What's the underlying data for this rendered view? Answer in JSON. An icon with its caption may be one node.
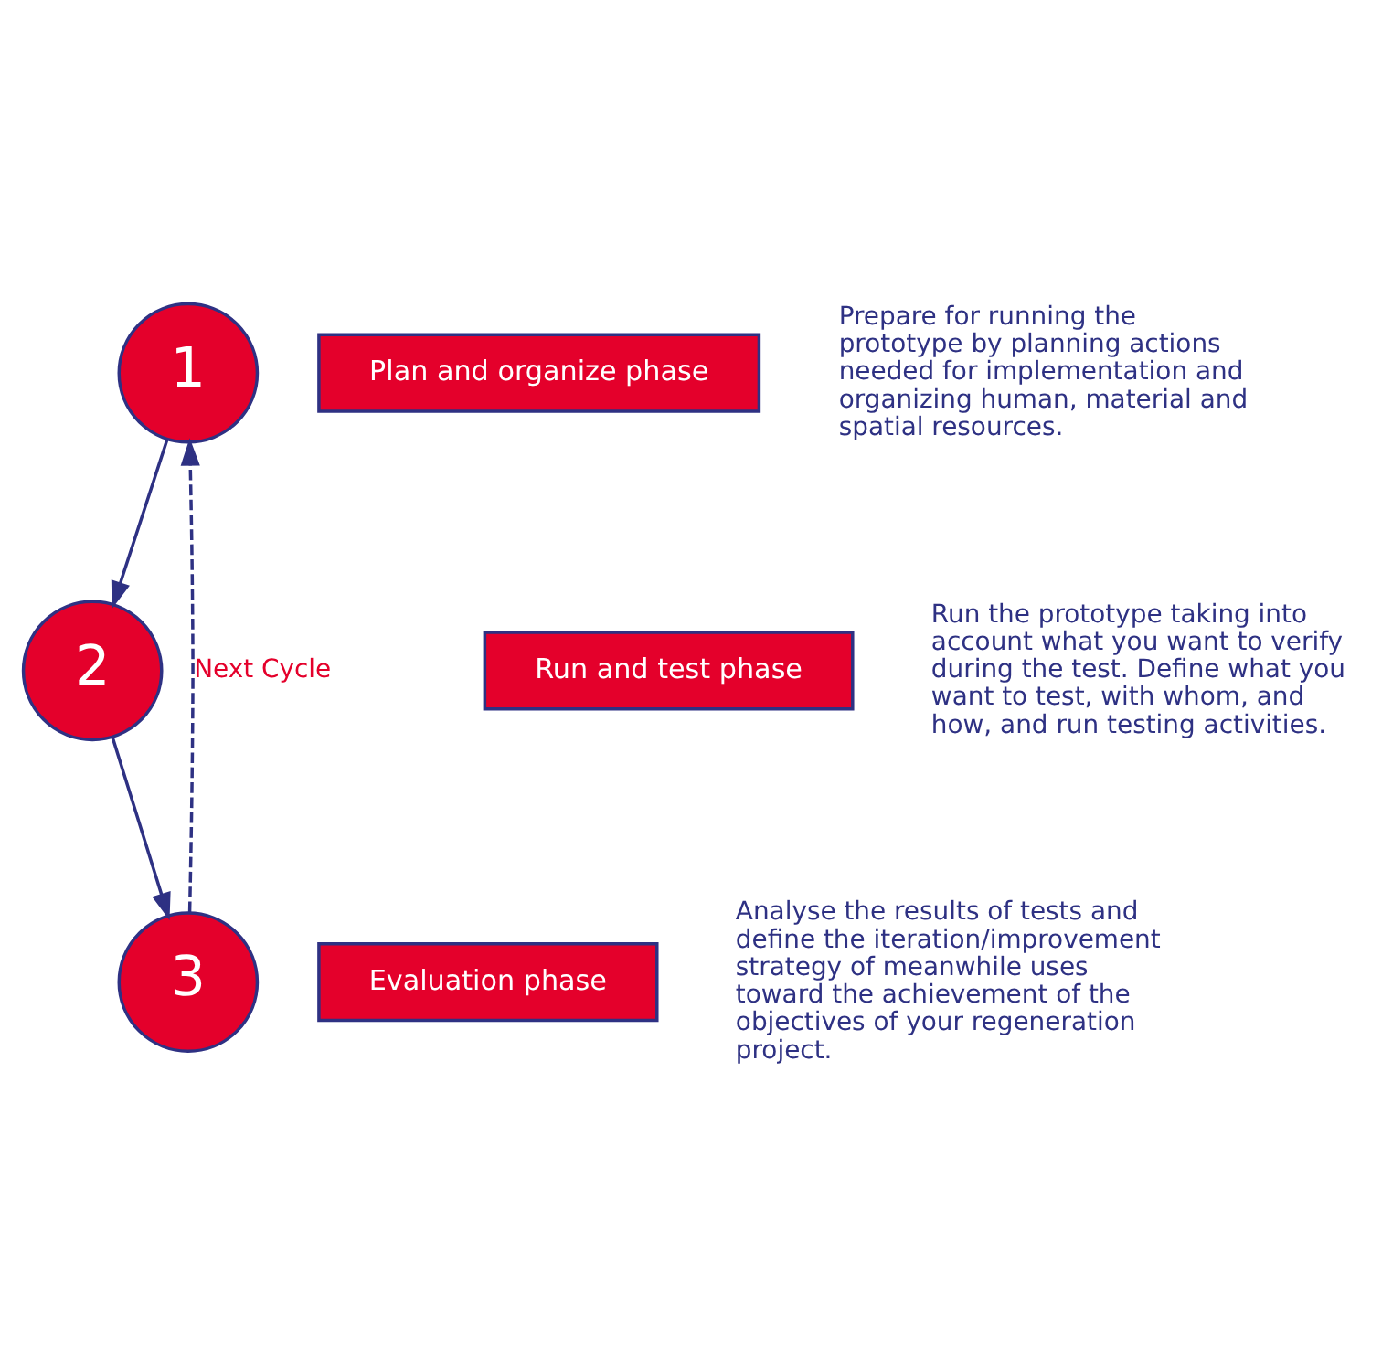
{
  "diagram": {
    "nodes": [
      {
        "text": [
          "1"
        ]
      },
      {
        "text": [
          "Plan and organize phase"
        ],
        "beside": [
          "Prepare for running the prototype by planning actions needed for implementation and organizing human, material and spatial resources."
        ]
      },
      {
        "text": [
          "2"
        ]
      },
      {
        "text": [
          "Run and test phase"
        ],
        "beside": [
          "Run the prototype taking into account what you want to verify during the test. Define what you want to test, with whom, and how, and run testing activities."
        ]
      },
      {
        "text": [
          "3"
        ]
      },
      {
        "text": [
          "Evaluation phase"
        ],
        "beside": [
          "Analyse the results of tests and define the iteration/improvement strategy of meanwhile uses toward the achievement of the objectives of your regeneration project."
        ]
      }
    ],
    "edges": [
      {
        "from": 0,
        "to": 2,
        "arrow": "to"
      },
      {
        "from": 2,
        "to": 4,
        "arrow": "to"
      },
      {
        "from": 4,
        "to": 0,
        "arrow": "to",
        "style": "dashed",
        "label": "Next Cycle"
      }
    ]
  }
}
